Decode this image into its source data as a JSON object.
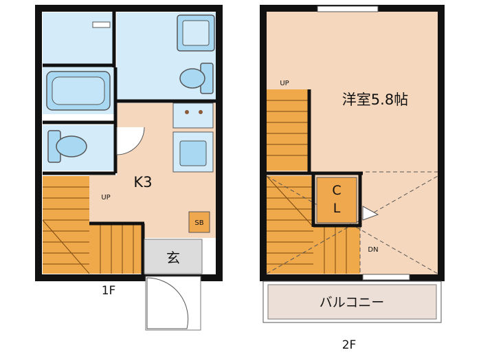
{
  "floors": {
    "first": {
      "label": "1F",
      "rooms": {
        "kitchen": "K3",
        "entrance": "玄",
        "shoe_box": "SB",
        "stairs_up": "UP"
      }
    },
    "second": {
      "label": "2F",
      "rooms": {
        "western_room": "洋室5.8帖",
        "closet_top": "C",
        "closet_bottom": "L",
        "stairs_up": "UP",
        "stairs_down": "DN",
        "balcony": "バルコニー"
      }
    }
  },
  "colors": {
    "wall": "#111111",
    "room_floor": "#f5d7bd",
    "wet_area": "#d4ecfa",
    "fixture": "#a9d8f2",
    "stairs": "#efa84a",
    "closet": "#f0a84e",
    "entrance": "#dcdcdc",
    "balcony": "#ecdfd7",
    "shoe_box": "#f0a84e"
  }
}
